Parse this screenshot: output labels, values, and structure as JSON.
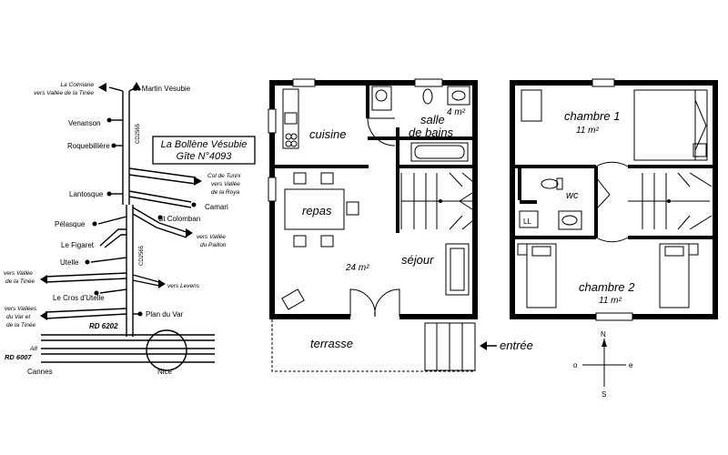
{
  "map": {
    "box_title": "La Bollène Vésubie",
    "box_subtitle": "Gîte N°4093",
    "places": {
      "colmiane_1": "La Colmiane",
      "colmiane_2": "vers Vallée de la Tinée",
      "st_martin": "St Martin Vésubie",
      "venanson": "Venanson",
      "roquebilliere": "Roquebillière",
      "turini_1": "Col de Turini",
      "turini_2": "vers Vallée",
      "turini_3": "de la Roya",
      "lantosque": "Lantosque",
      "camari": "Camari",
      "st_colomban": "St Colomban",
      "pelasque": "Pélasque",
      "paillon_1": "vers Vallée",
      "paillon_2": "du Paillon",
      "figaret": "Le Figaret",
      "utelle": "Utelle",
      "tinee_1": "vers Vallée",
      "tinee_2": "de la Tinée",
      "levens": "vers Levens",
      "cros": "Le Cros d'Utelle",
      "var_1": "vers Vallées",
      "var_2": "du Var et",
      "var_3": "de la Tinée",
      "plan_du_var": "Plan du Var",
      "rd6202": "RD 6202",
      "a8": "A8",
      "rd6007": "RD 6007",
      "cannes": "Cannes",
      "nice": "Nice",
      "cd_upper": "CD2565",
      "cd_lower": "CD2565"
    }
  },
  "ground_floor": {
    "cuisine": "cuisine",
    "salle_1": "salle",
    "salle_2": "de bains",
    "salle_area": "4 m²",
    "repas": "repas",
    "sejour": "séjour",
    "sejour_area": "24 m²",
    "terrasse": "terrasse",
    "entree": "entrée"
  },
  "upper_floor": {
    "chambre1": "chambre 1",
    "chambre1_area": "11 m²",
    "wc": "wc",
    "ll": "LL",
    "chambre2": "chambre 2",
    "chambre2_area": "11 m²"
  },
  "compass": {
    "n": "N",
    "s": "S",
    "e": "e",
    "o": "o"
  }
}
